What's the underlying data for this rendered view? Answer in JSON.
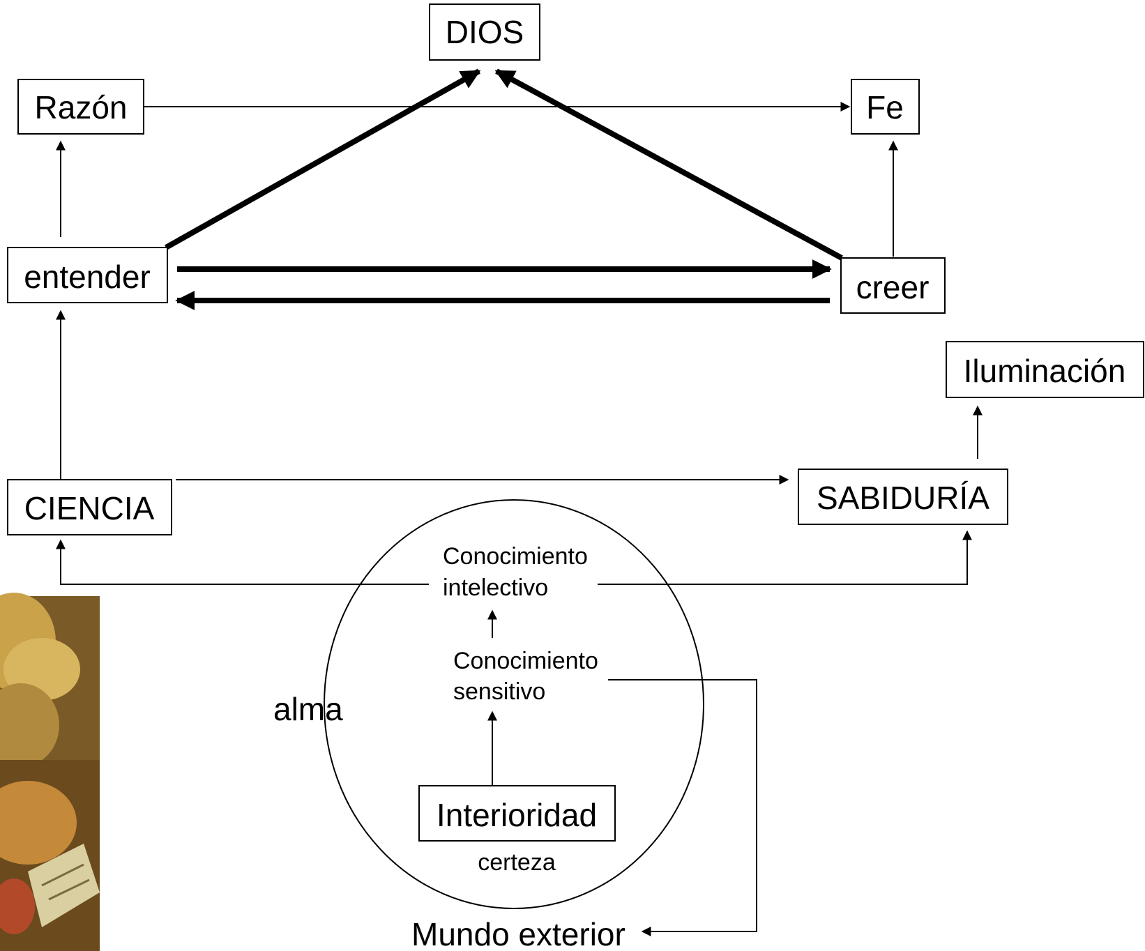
{
  "nodes": {
    "dios": "DIOS",
    "razon": "Razón",
    "fe": "Fe",
    "entender": "entender",
    "creer": "creer",
    "iluminacion": "Iluminación",
    "ciencia": "CIENCIA",
    "sabiduria": "SABIDURÍA",
    "interioridad": "Interioridad"
  },
  "labels": {
    "conocimiento_intelectivo_1": "Conocimiento",
    "conocimiento_intelectivo_2": "intelectivo",
    "conocimiento_sensitivo_1": "Conocimiento",
    "conocimiento_sensitivo_2": "sensitivo",
    "alma": "alma",
    "certeza": "certeza",
    "mundo_exterior": "Mundo exterior"
  },
  "colors": {
    "stroke": "#000000",
    "background": "#ffffff"
  }
}
